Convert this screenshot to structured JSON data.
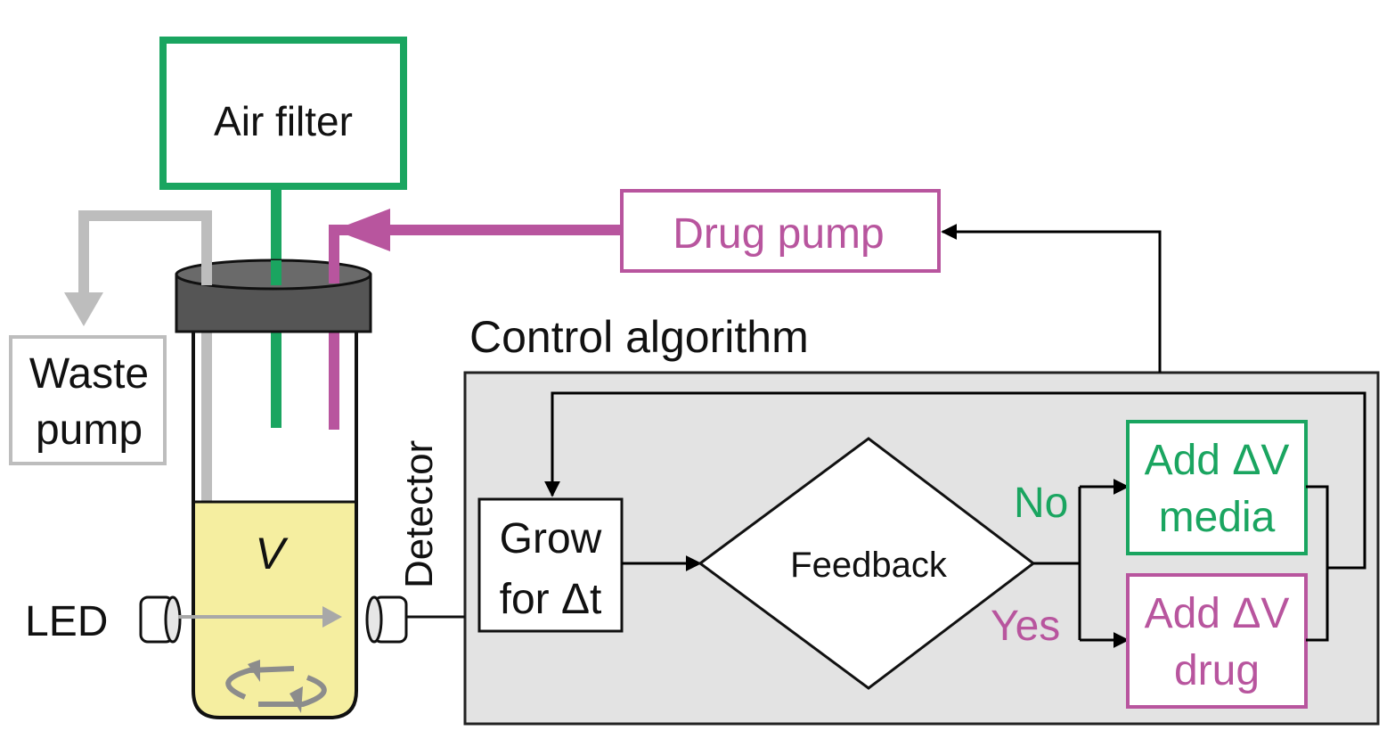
{
  "labels": {
    "air_filter": "Air filter",
    "drug_pump": "Drug pump",
    "waste_pump_line1": "Waste",
    "waste_pump_line2": "pump",
    "control_algorithm": "Control algorithm",
    "detector": "Detector",
    "led": "LED",
    "volume": "V",
    "grow_line1": "Grow",
    "grow_line2": "for Δt",
    "feedback": "Feedback",
    "no": "No",
    "yes": "Yes",
    "add_media_line1": "Add ΔV",
    "add_media_line2": "media",
    "add_drug_line1": "Add ΔV",
    "add_drug_line2": "drug"
  },
  "colors": {
    "green": "#1aa560",
    "magenta": "#b8559e",
    "gray_tube": "#bdbdbd",
    "panel_bg": "#e3e3e3",
    "culture": "#f5eea0",
    "cap": "#555555"
  }
}
